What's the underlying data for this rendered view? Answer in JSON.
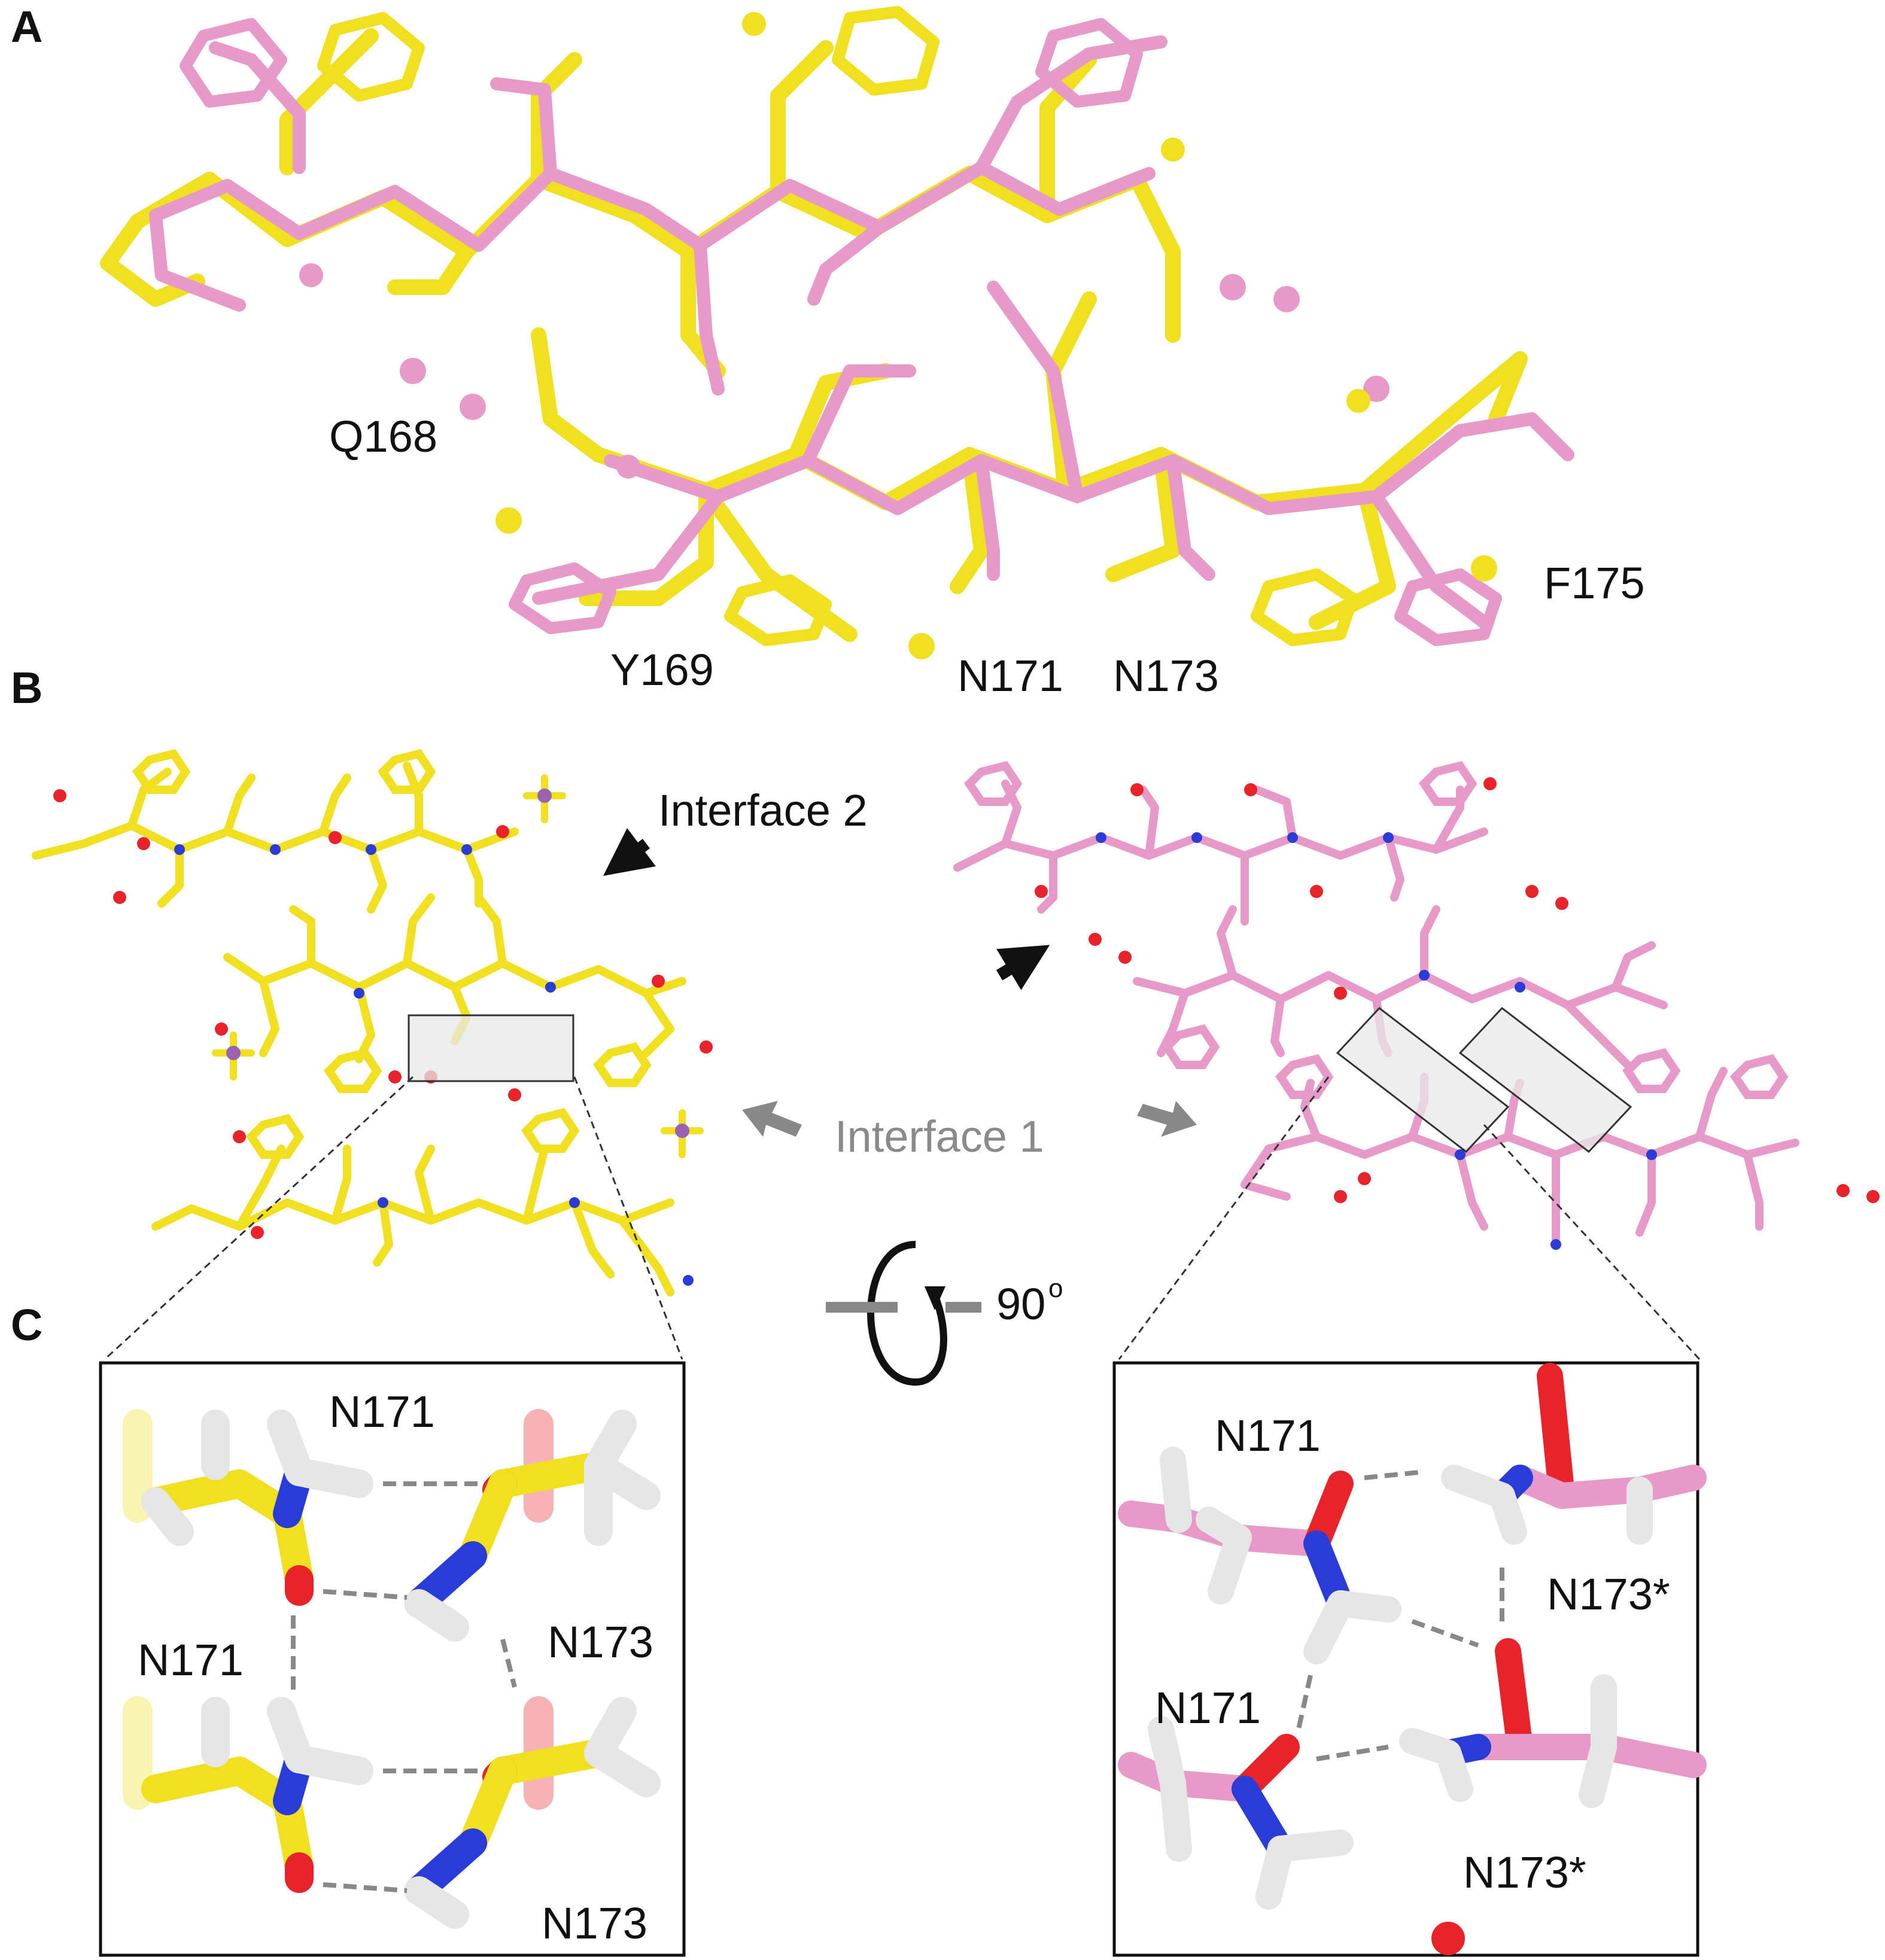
{
  "panels": {
    "a": "A",
    "b": "B",
    "c": "C"
  },
  "residues": {
    "q168": "Q168",
    "y169": "Y169",
    "n171": "N171",
    "n173": "N173",
    "f175": "F175"
  },
  "interfaces": {
    "interface1": "Interface 1",
    "interface2": "Interface 2"
  },
  "rotation": {
    "label": "90",
    "unit": "o"
  },
  "inset_left": {
    "labels": [
      "N171",
      "N173",
      "N171",
      "N173"
    ]
  },
  "inset_right": {
    "labels": [
      "N171",
      "N173*",
      "N171",
      "N173*"
    ]
  },
  "colors": {
    "yellow_carbon": "#f0e020",
    "pink_carbon": "#e79ac8",
    "oxygen": "#e8242a",
    "nitrogen": "#2a3cd8",
    "hydrogen": "#e6e6e6",
    "sulfate": "#9a62b0",
    "arrow_black": "#111111",
    "arrow_gray": "#888888",
    "box_fill": "#e8e8e8"
  }
}
